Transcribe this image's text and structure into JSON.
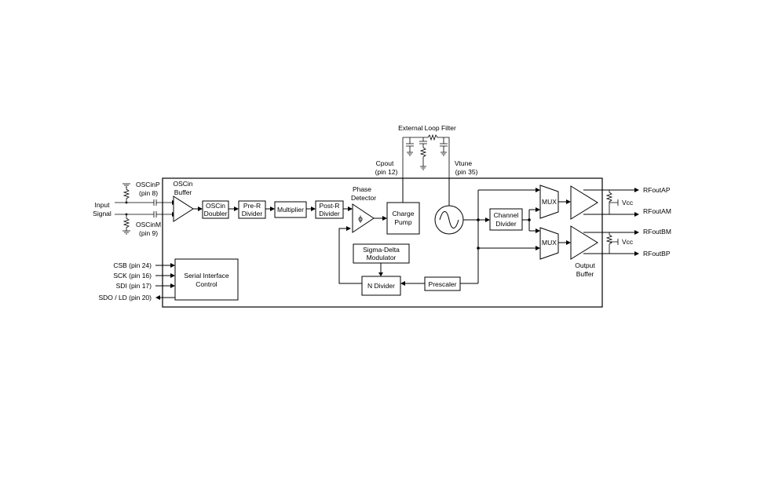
{
  "external": {
    "loop_filter": "External Loop Filter",
    "cpout_name": "Cpout",
    "cpout_pin": "(pin 12)",
    "vtune_name": "Vtune",
    "vtune_pin": "(pin 35)"
  },
  "inputs": {
    "oscinp_name": "OSCinP",
    "oscinp_pin": "(pin 8)",
    "oscinm_name": "OSCinM",
    "oscinm_pin": "(pin 9)",
    "input_line1": "Input",
    "input_line2": "Signal"
  },
  "blocks": {
    "oscin_buffer_line1": "OSCin",
    "oscin_buffer_line2": "Buffer",
    "oscin_doubler_line1": "OSCin",
    "oscin_doubler_line2": "Doubler",
    "pre_r_line1": "Pre-R",
    "pre_r_line2": "Divider",
    "multiplier": "Multiplier",
    "post_r_line1": "Post-R",
    "post_r_line2": "Divider",
    "phase_detector_line1": "Phase",
    "phase_detector_line2": "Detector",
    "phase_symbol": "ϕ",
    "charge_pump_line1": "Charge",
    "charge_pump_line2": "Pump",
    "sigma_delta_line1": "Sigma-Delta",
    "sigma_delta_line2": "Modulator",
    "n_divider": "N Divider",
    "prescaler": "Prescaler",
    "channel_divider_line1": "Channel",
    "channel_divider_line2": "Divider",
    "mux_a": "MUX",
    "mux_b": "MUX",
    "output_buffer_line1": "Output",
    "output_buffer_line2": "Buffer",
    "serial_line1": "Serial Interface",
    "serial_line2": "Control"
  },
  "serial_pins": [
    "CSB (pin 24)",
    "SCK (pin 16)",
    "SDI (pin 17)",
    "SDO / LD (pin 20)"
  ],
  "outputs": {
    "rfout_ap": "RFoutAP",
    "rfout_am": "RFoutAM",
    "rfout_bm": "RFoutBM",
    "rfout_bp": "RFoutBP",
    "vcc_a": "Vcc",
    "vcc_b": "Vcc"
  }
}
